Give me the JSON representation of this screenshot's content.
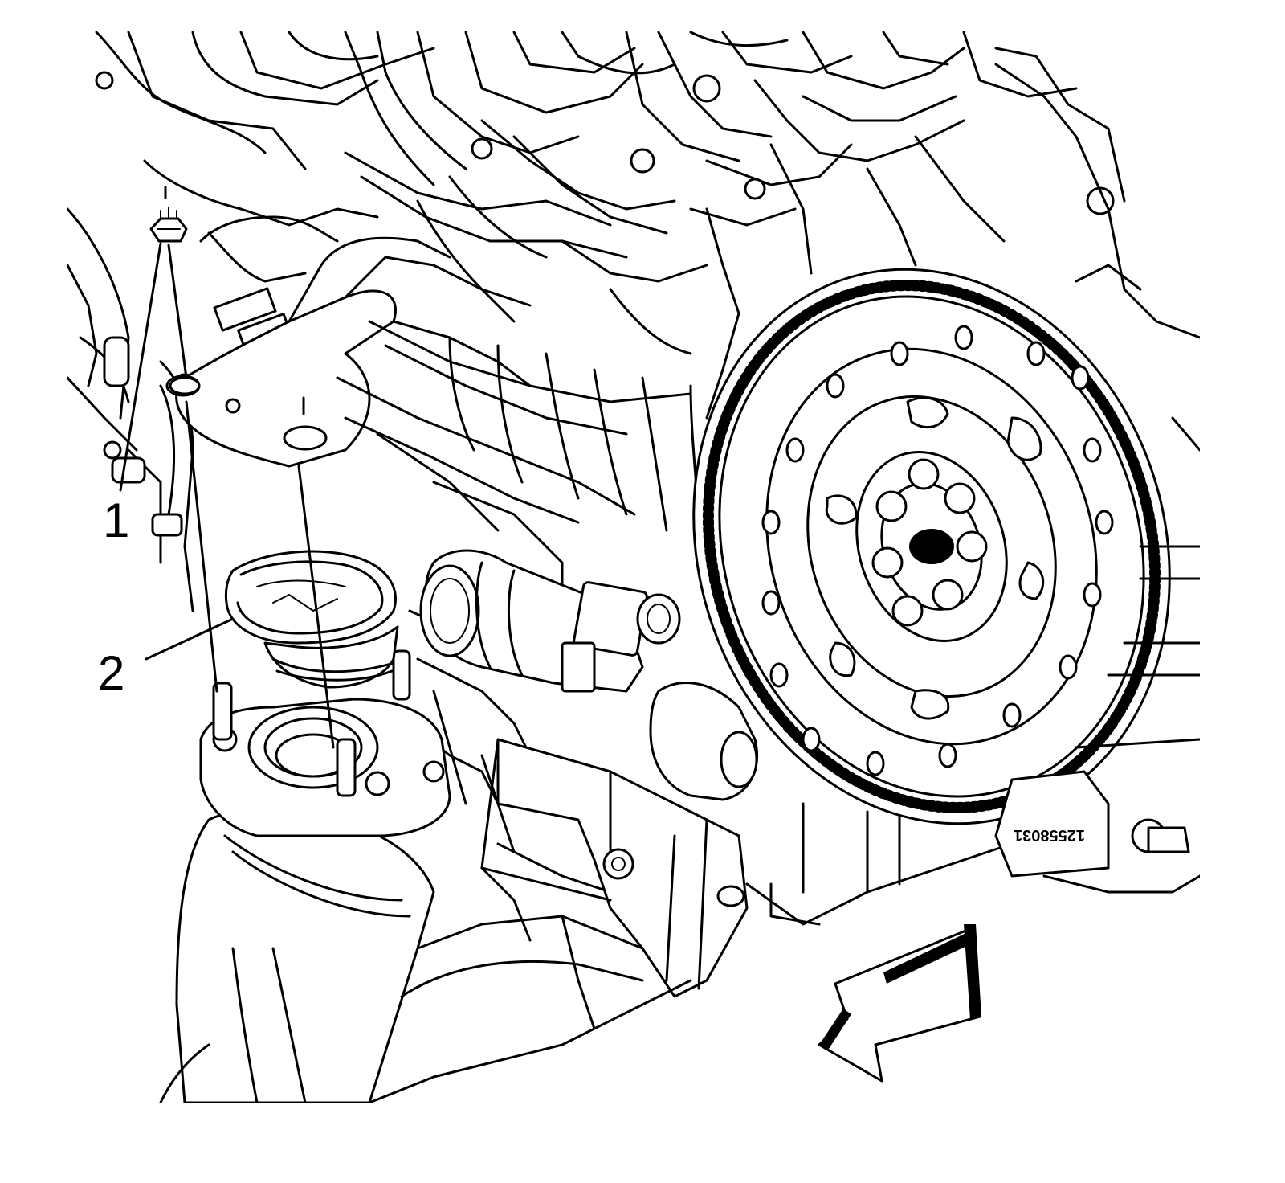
{
  "callouts": {
    "one": "1",
    "two": "2"
  },
  "part_stamp": "12558031",
  "components": {
    "flywheel": "flywheel-ring-gear",
    "starter": "starter-motor",
    "exhaust": "exhaust-pipe-flange",
    "manifold": "exhaust-manifold-outlet",
    "bracket": "engine-bracket",
    "direction_arrow": "front-direction-arrow"
  }
}
